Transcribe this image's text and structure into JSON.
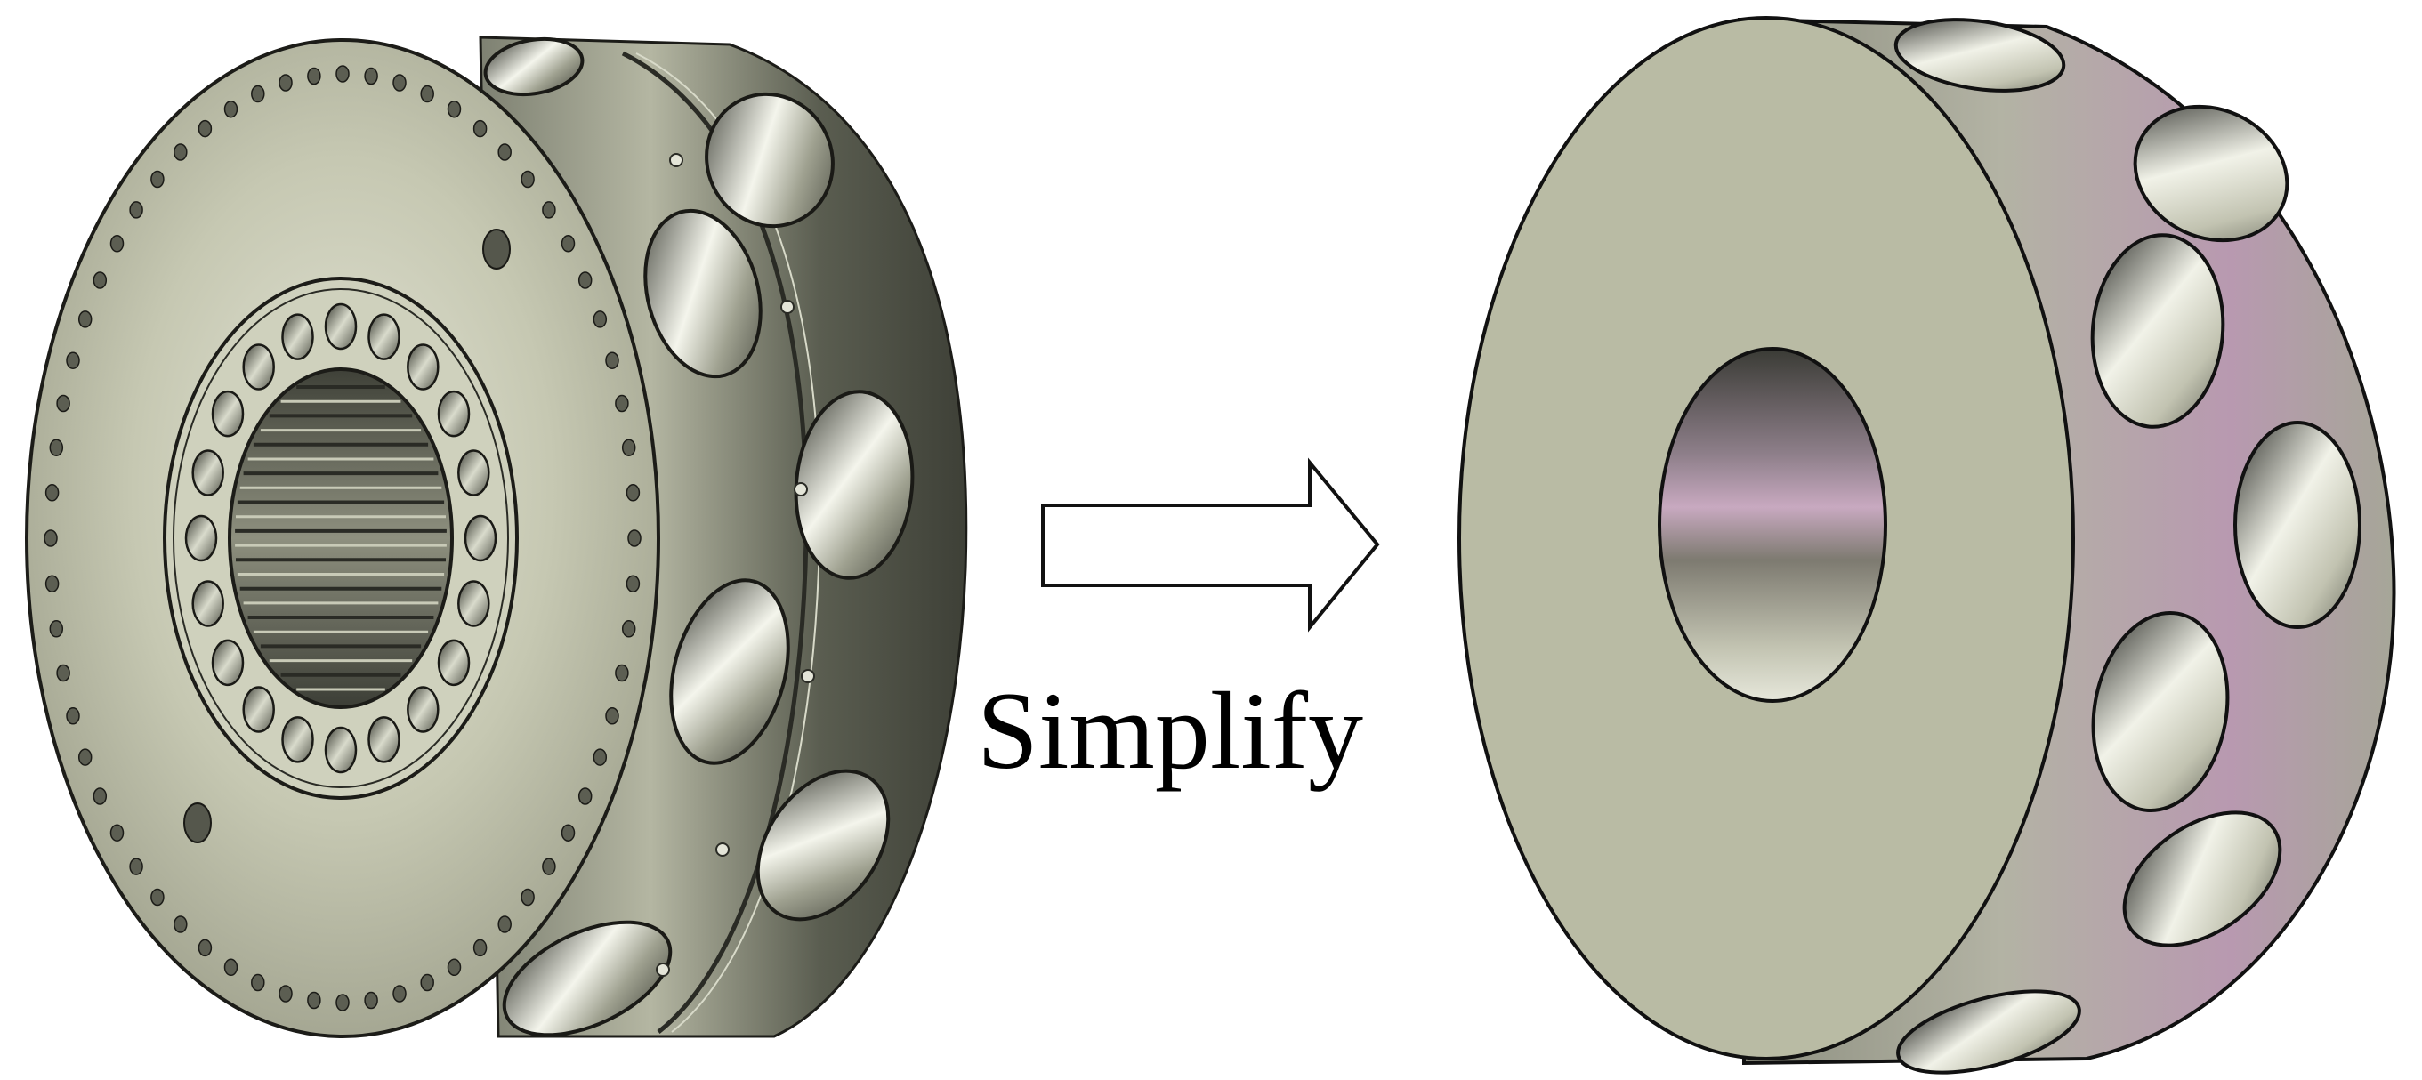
{
  "diagram": {
    "caption": "Simplify",
    "components": {
      "left": "detailed-rotor-model",
      "right": "simplified-rotor-model",
      "connector": "arrow-right-icon"
    }
  },
  "colors": {
    "face": "#c2c4ad",
    "face_dark": "#8f917f",
    "side_dark": "#4e5146",
    "side_light": "#b2b4a1",
    "simple_face": "#b9bba4",
    "highlight": "#f2f3ea",
    "pink": "#bfa3b9",
    "outline": "#111111"
  }
}
